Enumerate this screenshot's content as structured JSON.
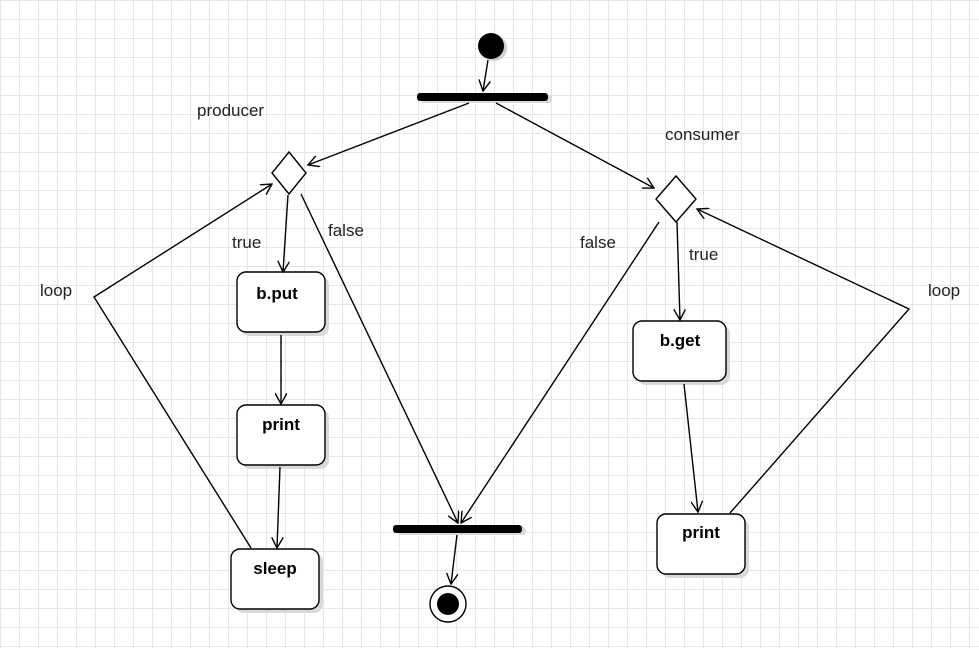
{
  "labels": {
    "producer": "producer",
    "consumer": "consumer",
    "loop_left": "loop",
    "loop_right": "loop",
    "producer_true": "true",
    "producer_false": "false",
    "consumer_true": "true",
    "consumer_false": "false"
  },
  "actions": {
    "bput": "b.put",
    "print_left": "print",
    "sleep": "sleep",
    "bget": "b.get",
    "print_right": "print"
  },
  "colors": {
    "line": "#000000",
    "grid": "#e6e6e6",
    "shadow": "#d9d9d9"
  }
}
